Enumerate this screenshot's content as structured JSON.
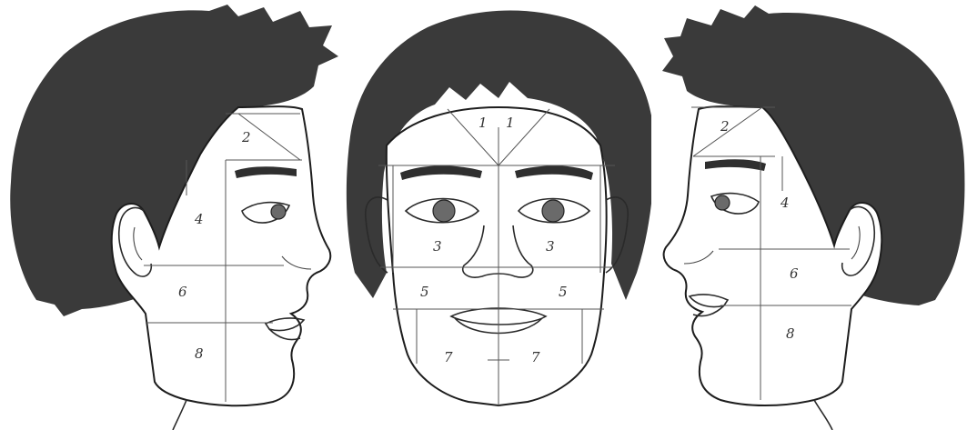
{
  "figure": {
    "panels": [
      {
        "id": "left-profile",
        "view": "right side profile",
        "zones": [
          "2",
          "4",
          "6",
          "8"
        ]
      },
      {
        "id": "front",
        "view": "front view",
        "zones": [
          "1",
          "1",
          "3",
          "3",
          "5",
          "5",
          "7",
          "7"
        ]
      },
      {
        "id": "right-profile",
        "view": "left side profile",
        "zones": [
          "2",
          "4",
          "6",
          "8"
        ]
      }
    ],
    "colors": {
      "background": "#ffffff",
      "hair": "#3a3a3a",
      "outline": "#1d1d1d",
      "grid": "#555555"
    }
  }
}
